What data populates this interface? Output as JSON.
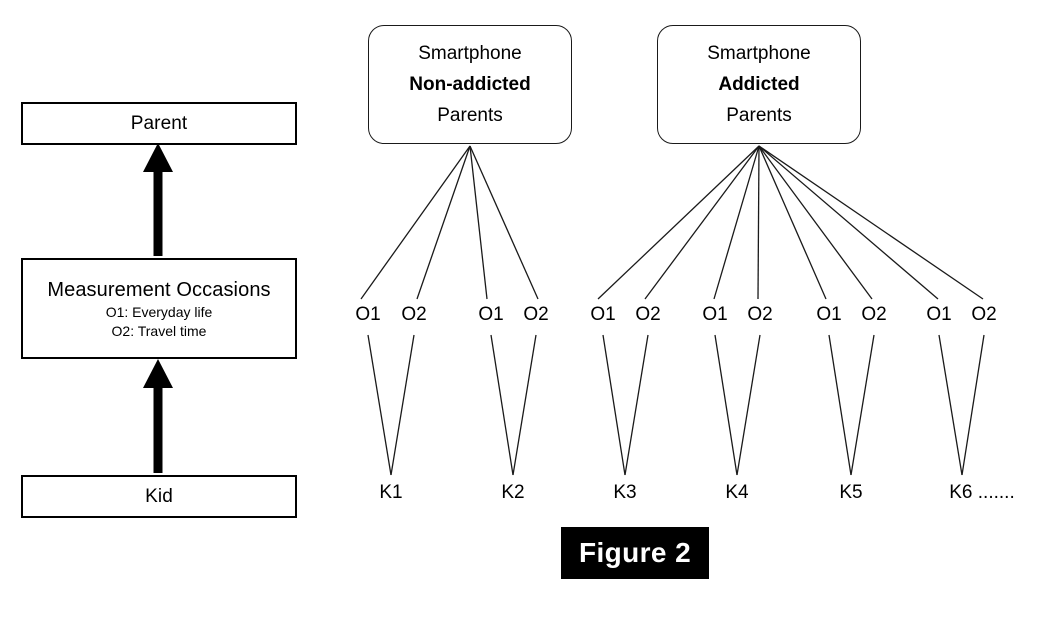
{
  "figure": {
    "caption": "Figure 2",
    "caption_bg": "#000000",
    "caption_fg": "#ffffff"
  },
  "left_panel": {
    "levels": [
      {
        "id": "parent",
        "title": "Parent",
        "sub_lines": []
      },
      {
        "id": "measurement-occasions",
        "title": "Measurement Occasions",
        "sub_lines": [
          "O1: Everyday life",
          "O2: Travel time"
        ]
      },
      {
        "id": "kid",
        "title": "Kid",
        "sub_lines": []
      }
    ],
    "arrows": [
      {
        "id": "kid-to-measurement",
        "from": "kid",
        "to": "measurement-occasions",
        "direction": "up"
      },
      {
        "id": "measurement-to-parent",
        "from": "measurement-occasions",
        "to": "parent",
        "direction": "up"
      }
    ]
  },
  "right_panel": {
    "groups": [
      {
        "id": "non-addicted",
        "line1": "Smartphone",
        "line2": "Non-addicted",
        "line3": "Parents",
        "kids": [
          "K1",
          "K2"
        ]
      },
      {
        "id": "addicted",
        "line1": "Smartphone",
        "line2": "Addicted",
        "line3": "Parents",
        "kids": [
          "K3",
          "K4",
          "K5",
          "K6 ......."
        ]
      }
    ],
    "occasion_labels": [
      "O1",
      "O2"
    ],
    "occasion_row": [
      "O1",
      "O2",
      "O1",
      "O2",
      "O1",
      "O2",
      "O1",
      "O2",
      "O1",
      "O2",
      "O1",
      "O2"
    ],
    "kid_row": [
      "K1",
      "K2",
      "K3",
      "K4",
      "K5",
      "K6 ......."
    ]
  },
  "colors": {
    "line": "#1a1a1a",
    "box_border": "#000000",
    "background": "#ffffff",
    "text": "#000000"
  }
}
